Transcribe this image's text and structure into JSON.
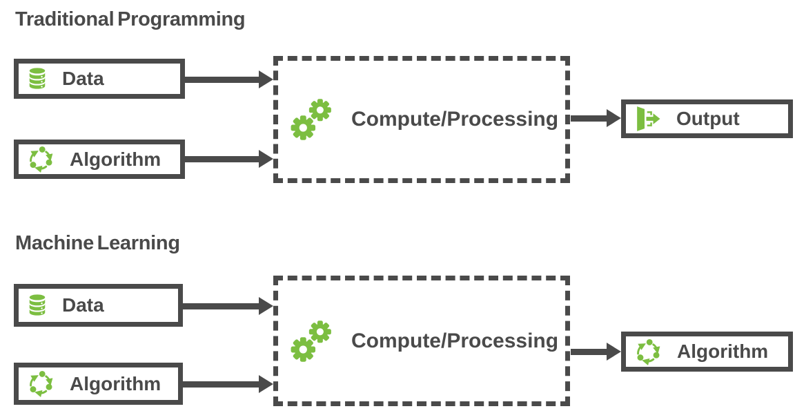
{
  "colors": {
    "accent_green": "#7CBE41",
    "dark_gray": "#4A4A4A",
    "box_background": "#FFFFFF"
  },
  "sections": [
    {
      "title": "Traditional Programming",
      "inputs": [
        {
          "label": "Data",
          "icon": "database-icon"
        },
        {
          "label": "Algorithm",
          "icon": "cycle-icon"
        }
      ],
      "process": {
        "label": "Compute/Processing",
        "icon": "gears-icon"
      },
      "output": {
        "label": "Output",
        "icon": "export-icon"
      }
    },
    {
      "title": "Machine Learning",
      "inputs": [
        {
          "label": "Data",
          "icon": "database-icon"
        },
        {
          "label": "Algorithm",
          "icon": "cycle-icon"
        }
      ],
      "process": {
        "label": "Compute/Processing",
        "icon": "gears-icon"
      },
      "output": {
        "label": "Algorithm",
        "icon": "cycle-icon"
      }
    }
  ]
}
